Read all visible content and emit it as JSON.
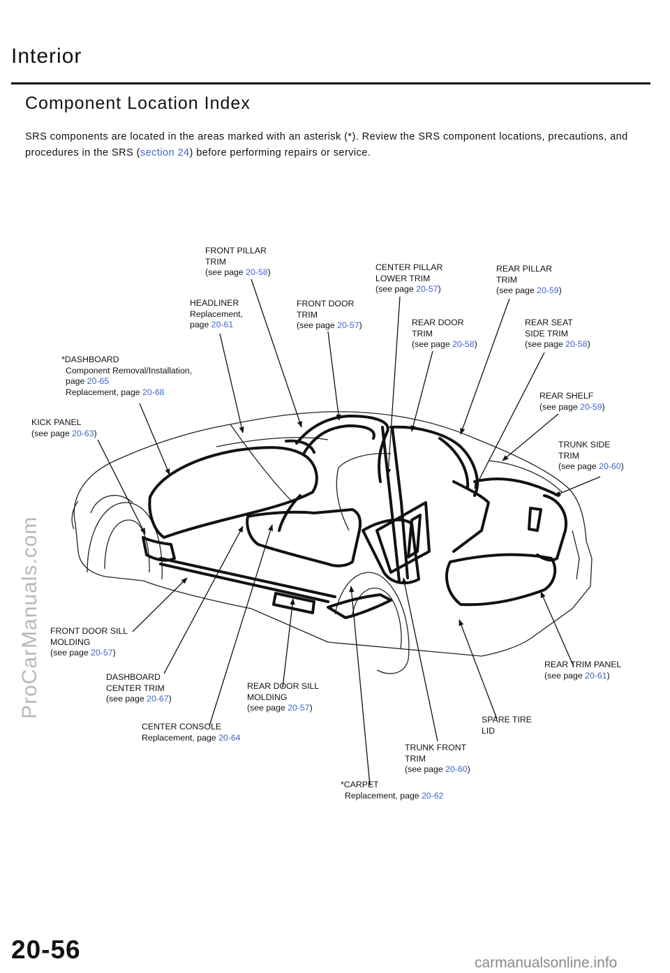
{
  "header": {
    "section": "Interior",
    "title": "Component Location Index"
  },
  "intro": {
    "text_1": "SRS components are located in the areas marked with an asterisk (*). Review the SRS component locations, precautions, and procedures in the SRS (",
    "link": "section 24",
    "text_2": ") before performing repairs or service."
  },
  "labels": {
    "front_pillar_trim": {
      "line1": "FRONT PILLAR",
      "line2": "TRIM",
      "ref_prefix": "(see page ",
      "ref": "20-58",
      "ref_suffix": ")"
    },
    "headliner": {
      "line1": "HEADLINER",
      "line2": "Replacement,",
      "ref_prefix": "page ",
      "ref": "20-61"
    },
    "front_door_trim": {
      "line1": "FRONT DOOR",
      "line2": "TRIM",
      "ref_prefix": "(see page ",
      "ref": "20-57",
      "ref_suffix": ")"
    },
    "center_pillar_lower_trim": {
      "line1": "CENTER PILLAR",
      "line2": "LOWER TRIM",
      "ref_prefix": "(see page ",
      "ref": "20-57",
      "ref_suffix": ")"
    },
    "rear_pillar_trim": {
      "line1": "REAR PILLAR",
      "line2": "TRIM",
      "ref_prefix": "(see page ",
      "ref": "20-59",
      "ref_suffix": ")"
    },
    "rear_door_trim": {
      "line1": "REAR DOOR",
      "line2": "TRIM",
      "ref_prefix": "(see page ",
      "ref": "20-58",
      "ref_suffix": ")"
    },
    "rear_seat_side_trim": {
      "line1": "REAR SEAT",
      "line2": "SIDE TRIM",
      "ref_prefix": "(see page ",
      "ref": "20-58",
      "ref_suffix": ")"
    },
    "dashboard": {
      "line1": "*DASHBOARD",
      "line2": "Component Removal/Installation,",
      "ref_prefix": "page ",
      "ref": "20-65",
      "line4_prefix": "Replacement, page ",
      "ref2": "20-68"
    },
    "rear_shelf": {
      "line1": "REAR SHELF",
      "ref_prefix": "(see page ",
      "ref": "20-59",
      "ref_suffix": ")"
    },
    "kick_panel": {
      "line1": "KICK PANEL",
      "ref_prefix": "(see page ",
      "ref": "20-63",
      "ref_suffix": ")"
    },
    "trunk_side_trim": {
      "line1": "TRUNK SIDE",
      "line2": "TRIM",
      "ref_prefix": "(see page ",
      "ref": "20-60",
      "ref_suffix": ")"
    },
    "front_door_sill_molding": {
      "line1": "FRONT DOOR SILL",
      "line2": "MOLDING",
      "ref_prefix": "(see page ",
      "ref": "20-57",
      "ref_suffix": ")"
    },
    "rear_trim_panel": {
      "line1": "REAR TRIM PANEL",
      "ref_prefix": "(see page ",
      "ref": "20-61",
      "ref_suffix": ")"
    },
    "dashboard_center_trim": {
      "line1": "DASHBOARD",
      "line2": "CENTER TRIM",
      "ref_prefix": "(see page ",
      "ref": "20-67",
      "ref_suffix": ")"
    },
    "rear_door_sill_molding": {
      "line1": "REAR DOOR SILL",
      "line2": "MOLDING",
      "ref_prefix": "(see page ",
      "ref": "20-57",
      "ref_suffix": ")"
    },
    "spare_tire_lid": {
      "line1": "SPARE TIRE",
      "line2": "LID"
    },
    "center_console": {
      "line1": "CENTER CONSOLE",
      "ref_prefix": "Replacement, page ",
      "ref": "20-64"
    },
    "trunk_front_trim": {
      "line1": "TRUNK FRONT",
      "line2": "TRIM",
      "ref_prefix": "(see page ",
      "ref": "20-60",
      "ref_suffix": ")"
    },
    "carpet": {
      "line1": "*CARPET",
      "ref_prefix": "Replacement, page ",
      "ref": "20-62"
    }
  },
  "footer": {
    "page_number": "20-56",
    "watermark_left": "ProCarManuals.com",
    "watermark_bottom": "carmanualsonline.info"
  },
  "colors": {
    "link": "#3a66c8",
    "ink": "#111111"
  }
}
